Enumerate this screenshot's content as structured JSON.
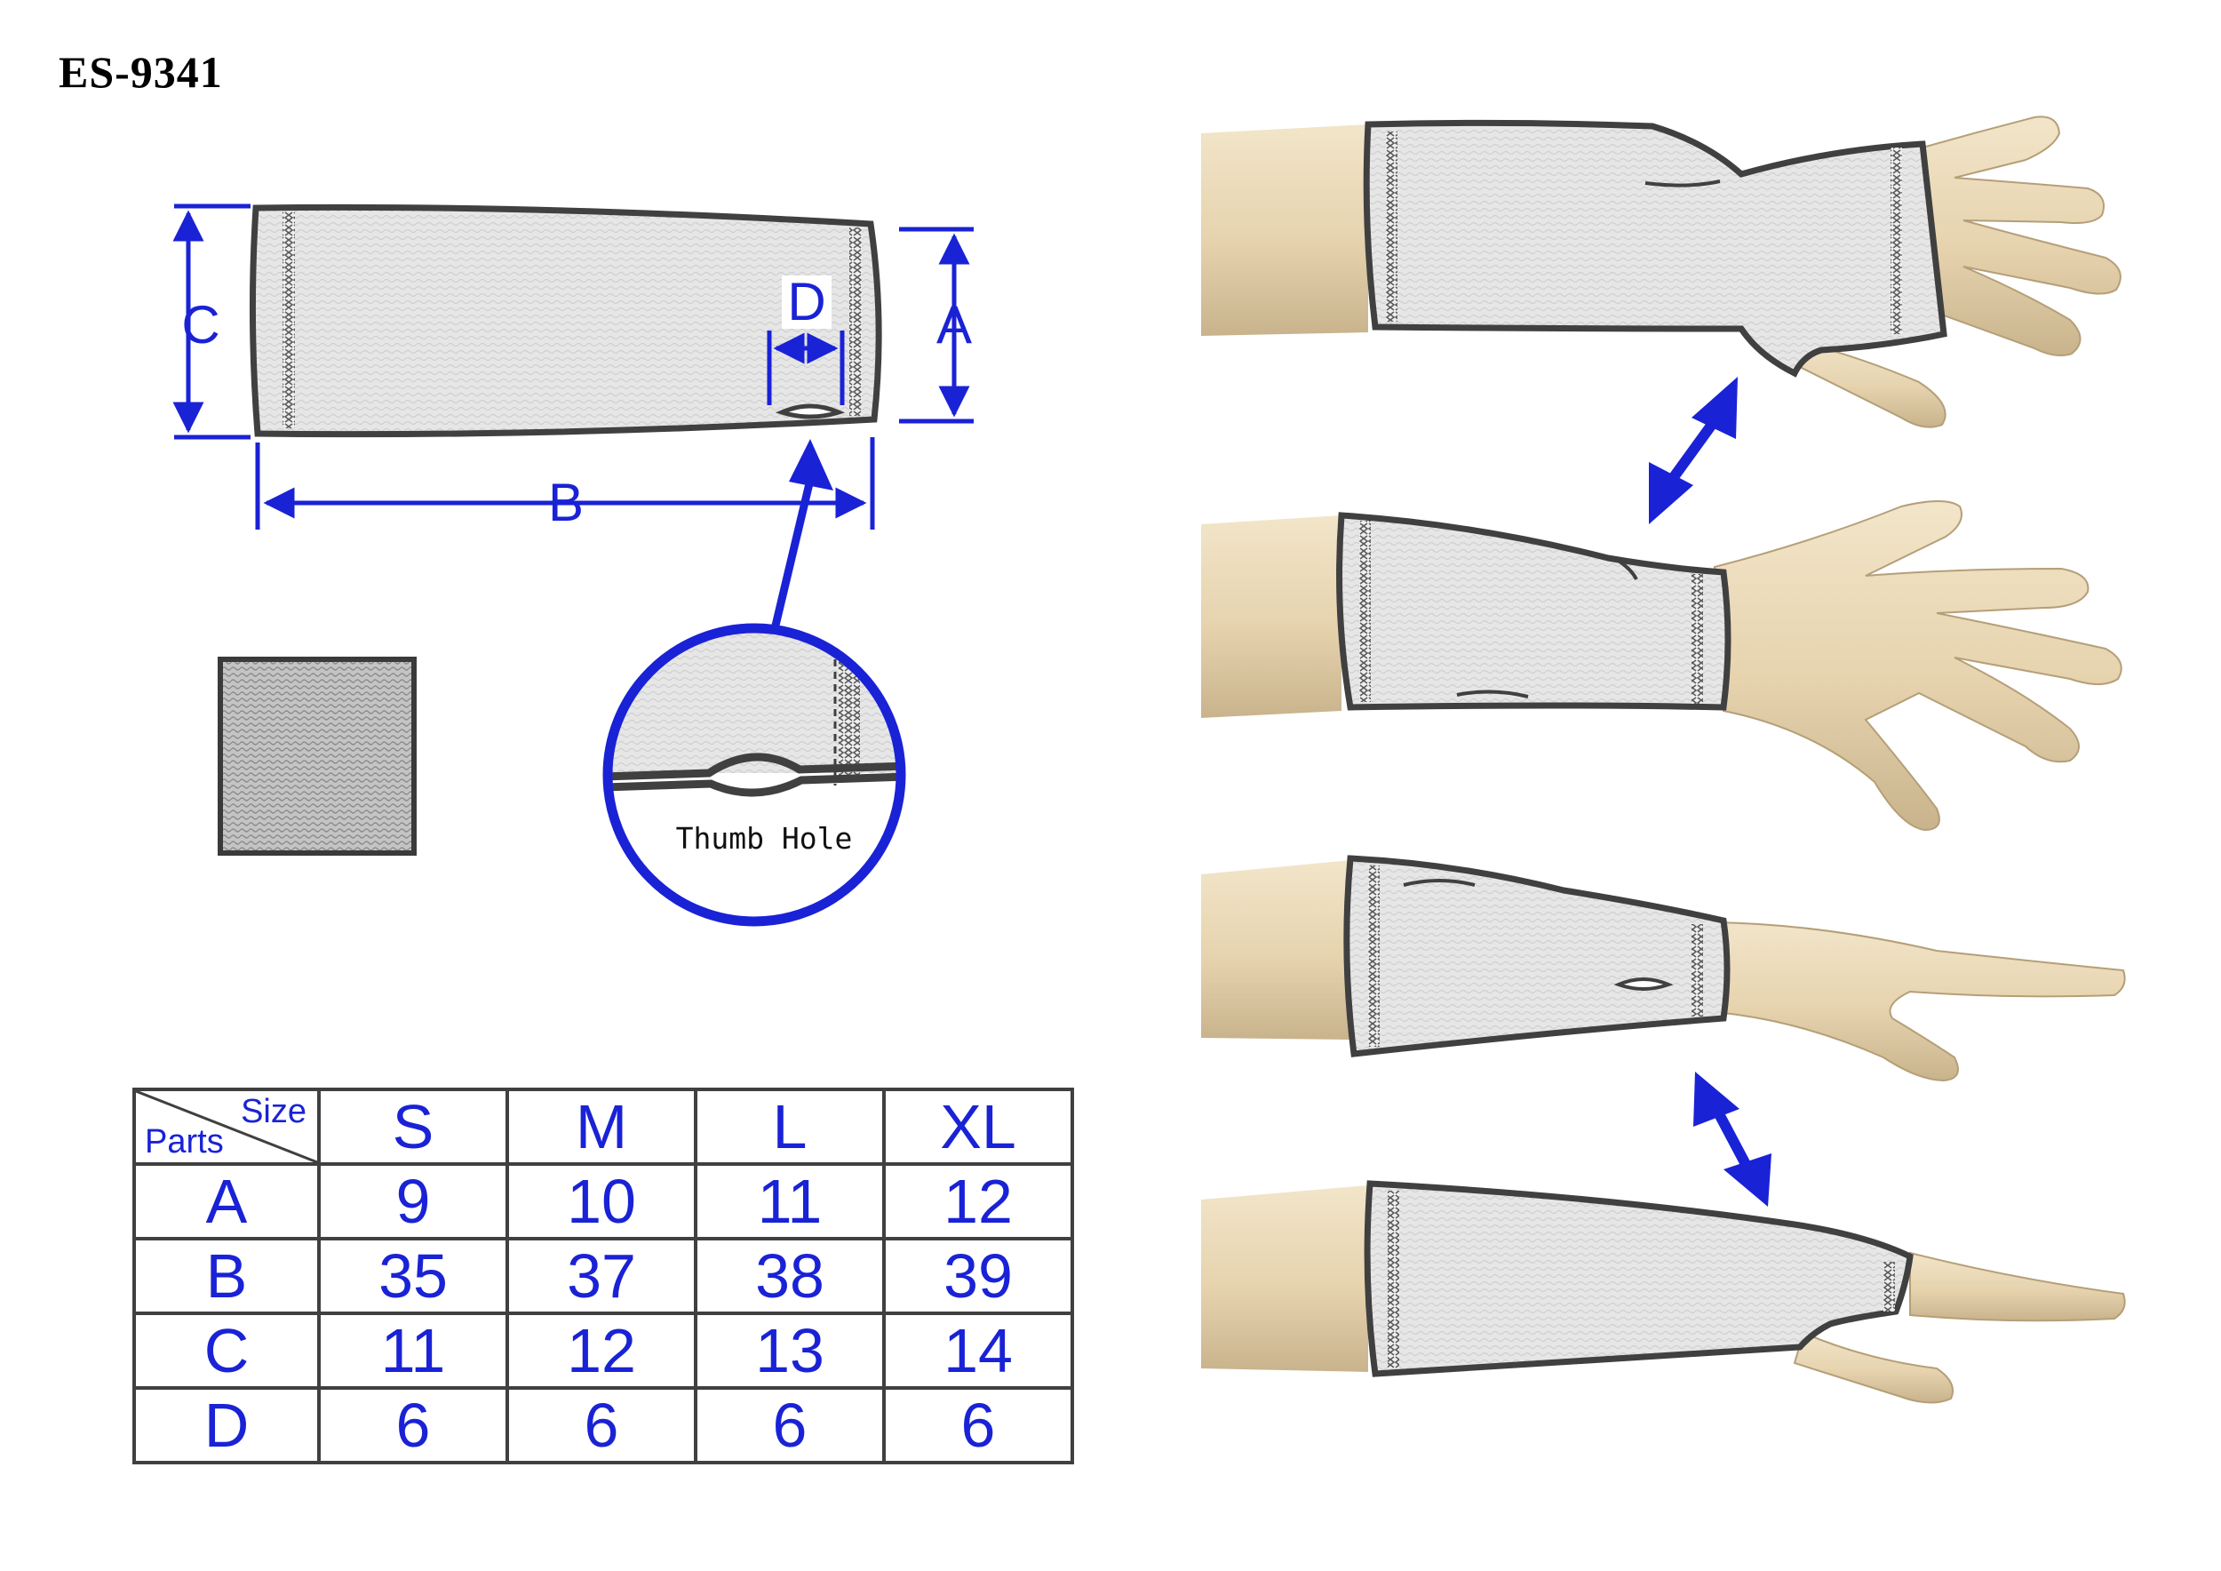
{
  "model_code": "ES-9341",
  "dimensions": {
    "a": "A",
    "b": "B",
    "c": "C",
    "d": "D"
  },
  "callout": {
    "label": "Thumb Hole"
  },
  "table": {
    "corner_size_label": "Size",
    "corner_parts_label": "Parts",
    "sizes": [
      "S",
      "M",
      "L",
      "XL"
    ],
    "rows": [
      {
        "part": "A",
        "values": [
          "9",
          "10",
          "11",
          "12"
        ]
      },
      {
        "part": "B",
        "values": [
          "35",
          "37",
          "38",
          "39"
        ]
      },
      {
        "part": "C",
        "values": [
          "11",
          "12",
          "13",
          "14"
        ]
      },
      {
        "part": "D",
        "values": [
          "6",
          "6",
          "6",
          "6"
        ]
      }
    ]
  },
  "colors": {
    "accent_blue": "#1a22d6",
    "outline": "#404040",
    "fabric": "#e4e4e4",
    "skin": "#e9d8b6",
    "skin_shadow": "#c9b48e"
  }
}
